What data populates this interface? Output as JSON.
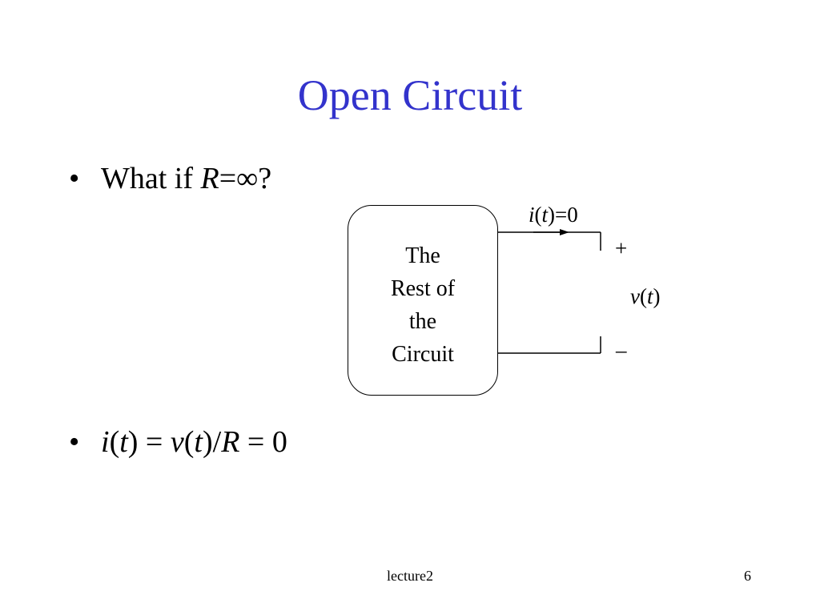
{
  "slide": {
    "title": "Open Circuit",
    "bullet_symbol": "•",
    "bullet1": {
      "text": "What if ",
      "var": "R",
      "op": "=∞?"
    },
    "bullet2": {
      "i": "i",
      "p1": "(",
      "t1": "t",
      "p2": ") = ",
      "v": "v",
      "p3": "(",
      "t2": "t",
      "p4": ")/",
      "R": "R",
      "p5": " = 0"
    },
    "diagram": {
      "block_lines": [
        "The",
        "Rest of",
        "the",
        "Circuit"
      ],
      "current": {
        "i": "i",
        "p1": "(",
        "t": "t",
        "p2": ")=0"
      },
      "plus": "+",
      "minus": "–",
      "voltage": {
        "v": "v",
        "p1": "(",
        "t": "t",
        "p2": ")"
      }
    },
    "footer": "lecture2",
    "page_number": "6",
    "colors": {
      "title": "#3333cc",
      "text": "#000000",
      "background": "#ffffff"
    }
  }
}
